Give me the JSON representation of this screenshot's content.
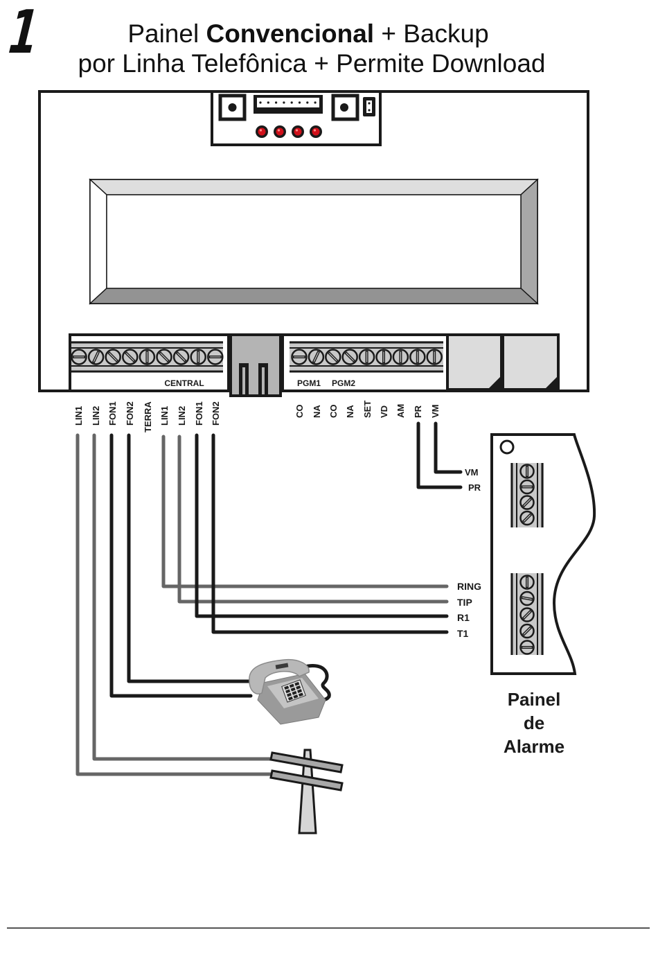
{
  "step_number": "1",
  "title": {
    "line1_prefix": "Painel ",
    "line1_bold": "Convencional",
    "line1_suffix": " + Backup",
    "line2": "por Linha Telefônica  + Permite Download"
  },
  "central": {
    "terminal_block_left_label": "CENTRAL",
    "terminal_block_right_label_1": "PGM1",
    "terminal_block_right_label_2": "PGM2",
    "left_terminals": [
      "LIN1",
      "LIN2",
      "FON1",
      "FON2",
      "TERRA",
      "LIN1",
      "LIN2",
      "FON1",
      "FON2"
    ],
    "right_terminals": [
      "CO",
      "NA",
      "CO",
      "NA",
      "SET",
      "VD",
      "AM",
      "PR",
      "VM"
    ],
    "led_count": 4,
    "led_color": "#d0101a"
  },
  "alarm_panel": {
    "label_line1": "Painel",
    "label_line2": "de",
    "label_line3": "Alarme",
    "top_connector_labels": [
      "VM",
      "PR"
    ],
    "bottom_connector_labels": [
      "RING",
      "TIP",
      "R1",
      "T1"
    ]
  },
  "colors": {
    "wire_black": "#1a1a1a",
    "wire_gray": "#666666",
    "terminal_gray": "#c8c8c8"
  }
}
